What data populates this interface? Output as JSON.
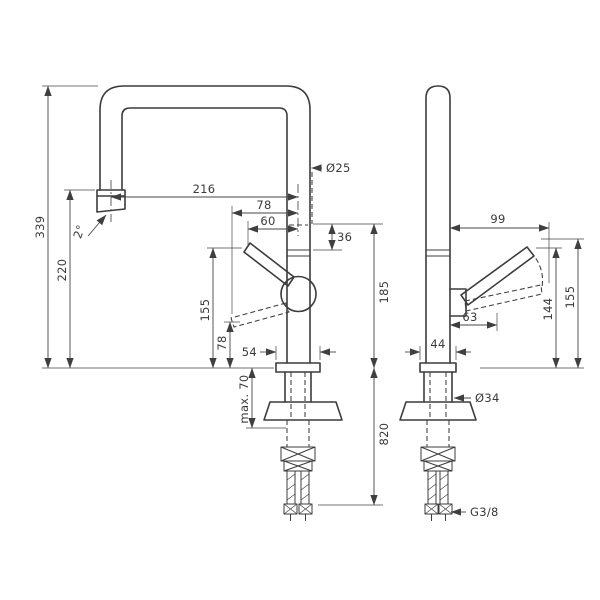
{
  "colors": {
    "line": "#3c3c3c",
    "dim": "#454545",
    "text": "#3a3a3a",
    "background": "#ffffff"
  },
  "front_view": {
    "spout_diameter": "Ø25",
    "reach": "216",
    "handle_reach_open": "78",
    "handle_reach": "60",
    "outlet_offset": "36",
    "total_height": "339",
    "outlet_height": "220",
    "spray_angle": "2°",
    "handle_height": "155",
    "handle_low_height": "78",
    "outlet_to_base": "185",
    "base_width": "54",
    "max_counter_thickness": "max. 70",
    "hose_length": "820"
  },
  "side_view": {
    "handle_projection": "99",
    "handle_offset": "63",
    "handle_height_low": "144",
    "handle_height_high": "155",
    "base_depth": "44",
    "hole_diameter": "Ø34",
    "thread": "G3/8"
  }
}
